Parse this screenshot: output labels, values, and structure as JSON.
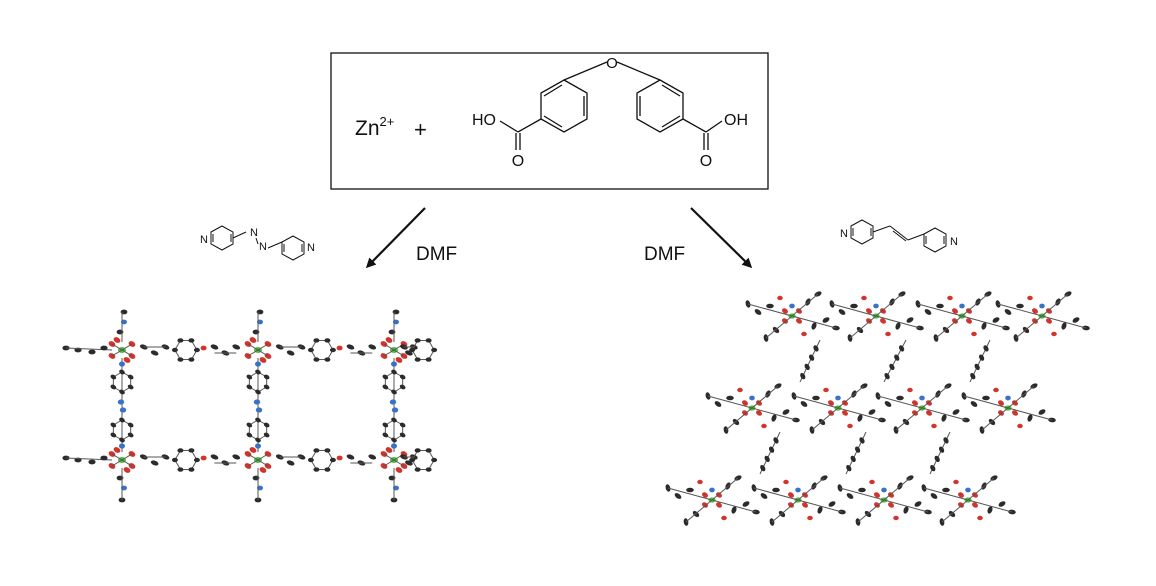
{
  "reaction": {
    "metal": "Zn",
    "metal_charge": "2+",
    "plus": "+",
    "ligand_groups": {
      "oh_left": "HO",
      "oh_right": "OH",
      "o_left": "O",
      "o_right": "O",
      "ether_o": "O"
    }
  },
  "left_pathway": {
    "solvent": "DMF",
    "spacer_atoms": {
      "n_ring_left": "N",
      "n_azo_1": "N",
      "n_azo_2": "N",
      "n_ring_right": "N"
    },
    "structure": "2D rectangular grid framework"
  },
  "right_pathway": {
    "solvent": "DMF",
    "spacer_atoms": {
      "n_ring_left": "N",
      "n_ring_right": "N"
    },
    "structure": "interpenetrated framework"
  },
  "colors": {
    "carbon": "#2b2b2b",
    "oxygen": "#d0342c",
    "nitrogen": "#3a73c4",
    "zinc": "#4cbf3c",
    "line": "#111111"
  }
}
